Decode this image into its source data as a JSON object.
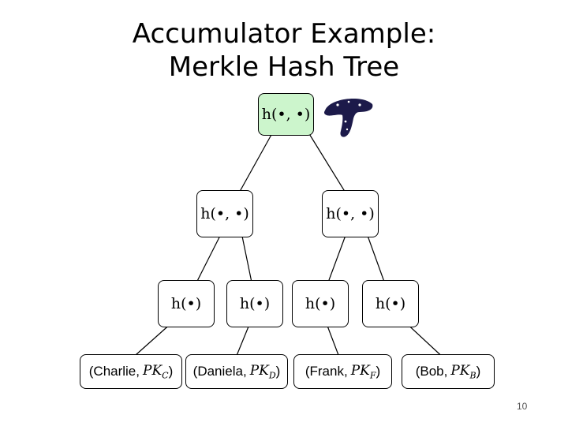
{
  "title": {
    "line1": "Accumulator Example:",
    "line2": "Merkle Hash Tree"
  },
  "root": {
    "label": "h(•, •)"
  },
  "internal": [
    {
      "label": "h(•, •)"
    },
    {
      "label": "h(•, •)"
    }
  ],
  "hash_nodes": [
    {
      "label": "h(•)"
    },
    {
      "label": "h(•)"
    },
    {
      "label": "h(•)"
    },
    {
      "label": "h(•)"
    }
  ],
  "leaves": [
    {
      "name": "(Charlie, ",
      "pk": "PK",
      "sub": "C",
      "close": ")"
    },
    {
      "name": "(Daniela, ",
      "pk": "PK",
      "sub": "D",
      "close": ")"
    },
    {
      "name": "(Frank, ",
      "pk": "PK",
      "sub": "F",
      "close": ")"
    },
    {
      "name": "(Bob, ",
      "pk": "PK",
      "sub": "B",
      "close": ")"
    }
  ],
  "page_number": "10",
  "colors": {
    "root_fill": "#ccf5cc",
    "mushroom": "#1c1a4a"
  },
  "icons": [
    "mushroom-icon"
  ]
}
